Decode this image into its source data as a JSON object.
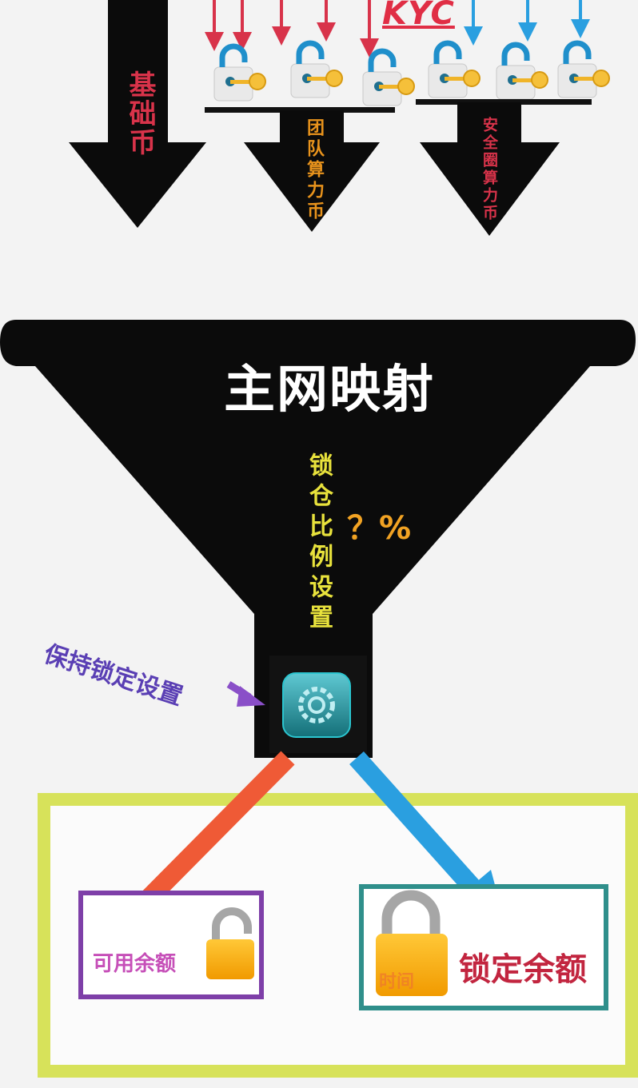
{
  "header": {
    "kyc_label": "KYC"
  },
  "arrows": {
    "base_coin": "基础币",
    "team_power_coin": "团队算力币",
    "security_circle_power_coin": "安全圈算力币"
  },
  "funnel": {
    "title": "主网映射",
    "lock_ratio_setting": "锁仓比例设置",
    "percent_unknown": "？%"
  },
  "keep_lock_setting": "保持锁定设置",
  "result": {
    "available_balance": "可用余额",
    "locked_balance": "锁定余额",
    "time_label": "时间"
  },
  "colors": {
    "funnel": "#0b0b0b",
    "red_text": "#d8334a",
    "orange_text": "#e8931c",
    "yellow_text": "#e8e23c",
    "frame_yellow": "#d7e25a",
    "purple": "#7e3fa8",
    "teal": "#2f8f8b",
    "orange_arrow": "#ef5a36",
    "blue_arrow": "#2a9fe0",
    "lock_gold": "#f7a600",
    "gear_teal": "#1b8f9a"
  },
  "icons": [
    "padlock-key-icon",
    "gear-icon",
    "unlocked-padlock-icon",
    "locked-padlock-icon",
    "arrow-down-icon"
  ]
}
